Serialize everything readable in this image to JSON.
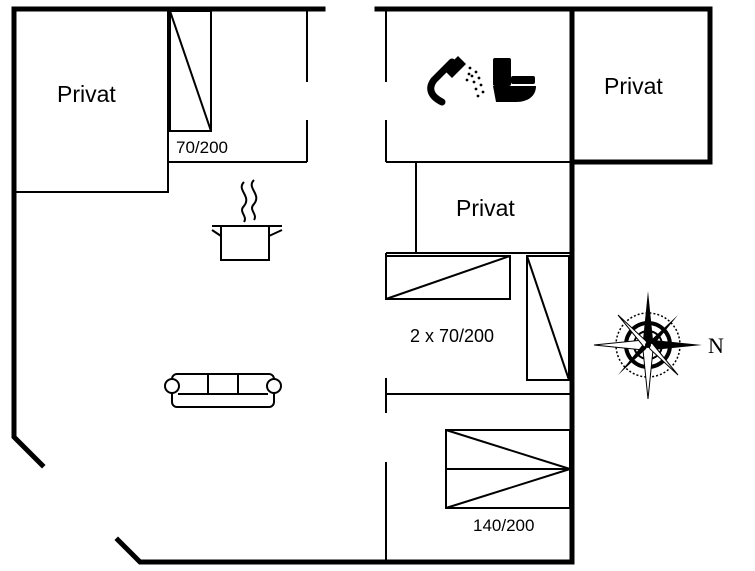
{
  "rooms": {
    "private_left": "Privat",
    "private_right": "Privat",
    "private_middle": "Privat"
  },
  "beds": {
    "bed_small_label": "70/200",
    "bunk_label": "2 x 70/200",
    "double_bed_label": "140/200"
  },
  "compass": {
    "north_label": "N"
  },
  "icons": {
    "shower": "shower-icon",
    "toilet": "toilet-icon",
    "cooking": "cooking-pot-icon",
    "sofa": "sofa-icon",
    "compass": "compass-rose-icon"
  }
}
